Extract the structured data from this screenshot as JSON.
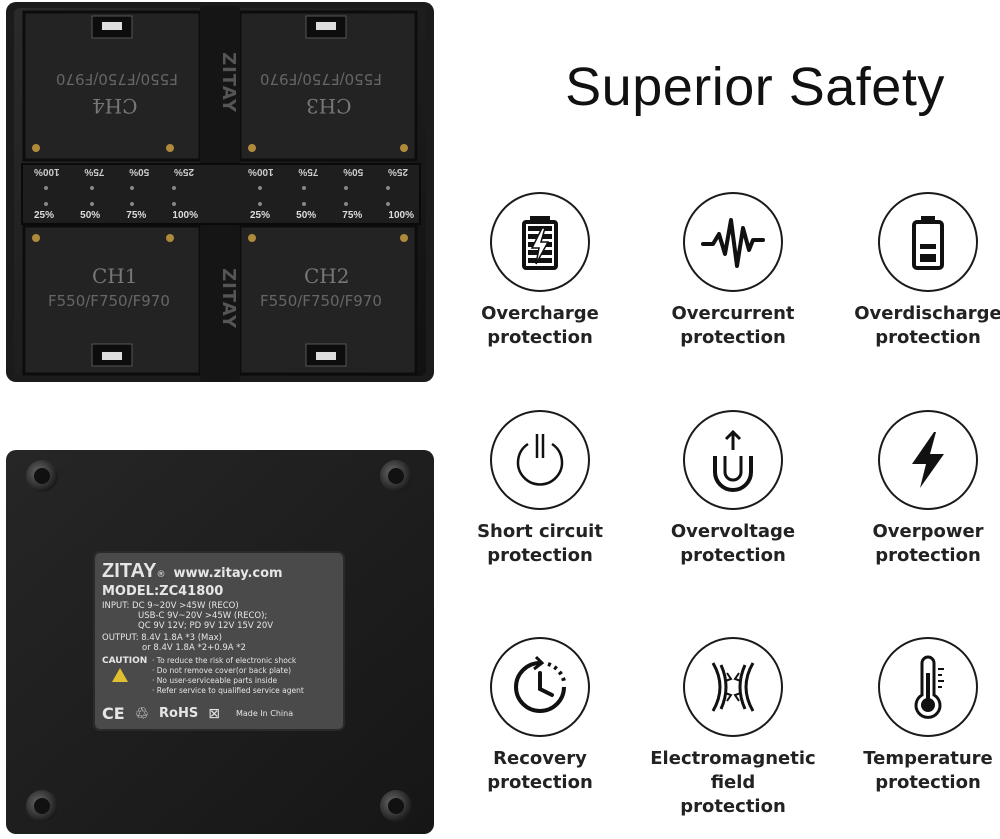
{
  "heading": "Superior Safety",
  "features": [
    {
      "icon": "battery-charge-icon",
      "line1": "Overcharge",
      "line2": "protection"
    },
    {
      "icon": "current-wave-icon",
      "line1": "Overcurrent",
      "line2": "protection"
    },
    {
      "icon": "battery-low-icon",
      "line1": "Overdischarge",
      "line2": "protection"
    },
    {
      "icon": "power-icon",
      "line1": "Short circuit",
      "line2": "protection"
    },
    {
      "icon": "magnet-icon",
      "line1": "Overvoltage",
      "line2": "protection"
    },
    {
      "icon": "lightning-icon",
      "line1": "Overpower",
      "line2": "protection"
    },
    {
      "icon": "clock-recovery-icon",
      "line1": "Recovery",
      "line2": "protection"
    },
    {
      "icon": "emf-icon",
      "line1": "Electromagnetic field",
      "line2": "protection"
    },
    {
      "icon": "thermometer-icon",
      "line1": "Temperature",
      "line2": "protection"
    }
  ],
  "device_top": {
    "brand": "ZITAY",
    "slots": [
      {
        "channel": "CH4",
        "model": "F550/F750/F970"
      },
      {
        "channel": "CH3",
        "model": "F550/F750/F970"
      },
      {
        "channel": "CH1",
        "model": "F550/F750/F970"
      },
      {
        "channel": "CH2",
        "model": "F550/F750/F970"
      }
    ],
    "levels_top": [
      "100%",
      "75%",
      "50%",
      "25%"
    ],
    "levels_bottom": [
      "25%",
      "50%",
      "75%",
      "100%"
    ]
  },
  "label": {
    "brand": "ZITAY",
    "reg": "®",
    "url": "www.zitay.com",
    "model": "MODEL:ZC41800",
    "input1": "INPUT: DC 9~20V  >45W (RECO)",
    "input2": "USB-C 9V~20V >45W (RECO);",
    "input3": "QC 9V 12V; PD 9V 12V 15V 20V",
    "output1": "OUTPUT:  8.4V 1.8A *3 (Max)",
    "output2": "or  8.4V 1.8A *2+0.9A *2",
    "caution": "CAUTION",
    "c1": "· To reduce the risk of electronic shock",
    "c2": "· Do not remove cover(or back plate)",
    "c3": "· No user-serviceable parts inside",
    "c4": "· Refer service to qualified service agent",
    "ce": "CE",
    "rohs": "RoHS",
    "made": "Made In China"
  }
}
